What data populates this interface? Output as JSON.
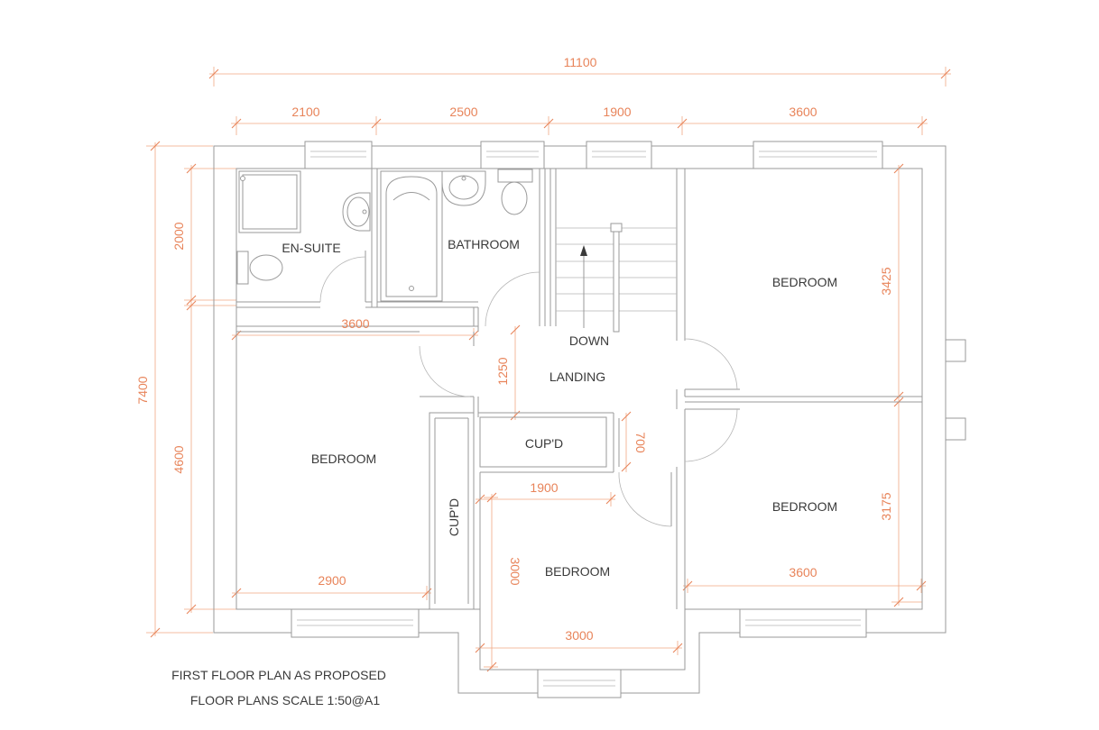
{
  "rooms": {
    "en_suite": "EN-SUITE",
    "bathroom": "BATHROOM",
    "bedroom_ne": "BEDROOM",
    "down": "DOWN",
    "landing": "LANDING",
    "bedroom_w": "BEDROOM",
    "cupd_landing": "CUP'D",
    "cupd_vertical": "CUP'D",
    "bedroom_se": "BEDROOM",
    "bedroom_s": "BEDROOM"
  },
  "dimensions": {
    "overall_width": "11100",
    "w_2100": "2100",
    "w_2500": "2500",
    "w_1900_top": "1900",
    "w_3600_top": "3600",
    "h_7400": "7400",
    "h_2000": "2000",
    "h_4600": "4600",
    "w_3600_mid": "3600",
    "h_1250": "1250",
    "h_3425": "3425",
    "h_700": "700",
    "w_1900_mid": "1900",
    "h_3175": "3175",
    "h_3000": "3000",
    "w_3600_bottom": "3600",
    "w_2900": "2900",
    "w_3000": "3000"
  },
  "titles": {
    "line1": "FIRST FLOOR PLAN AS PROPOSED",
    "line2": "FLOOR PLANS SCALE 1:50@A1"
  }
}
